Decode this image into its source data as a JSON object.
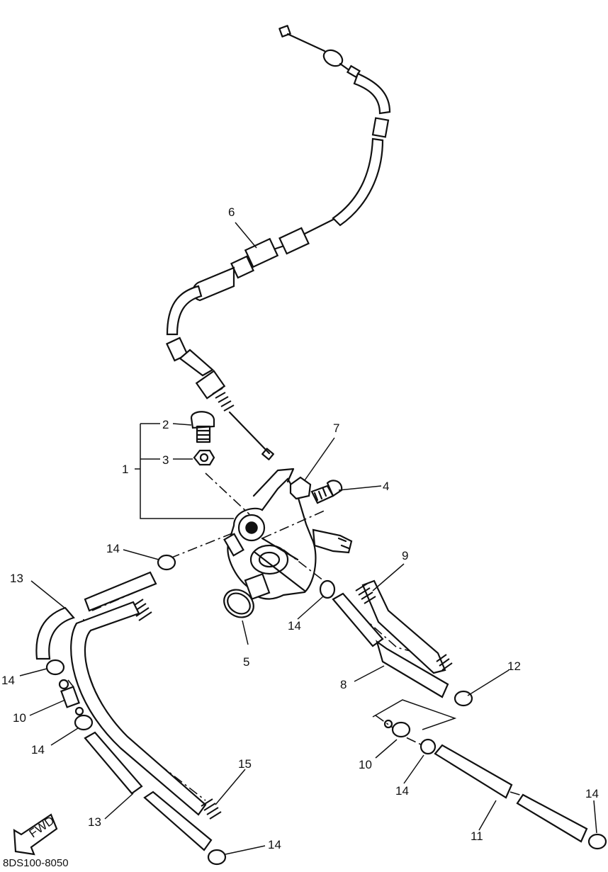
{
  "callouts": [
    {
      "id": "c1",
      "text": "1"
    },
    {
      "id": "c2",
      "text": "2"
    },
    {
      "id": "c3",
      "text": "3"
    },
    {
      "id": "c4",
      "text": "4"
    },
    {
      "id": "c5",
      "text": "5"
    },
    {
      "id": "c6",
      "text": "6"
    },
    {
      "id": "c7",
      "text": "7"
    },
    {
      "id": "c8",
      "text": "8"
    },
    {
      "id": "c9",
      "text": "9"
    },
    {
      "id": "c10a",
      "text": "10"
    },
    {
      "id": "c10b",
      "text": "10"
    },
    {
      "id": "c11",
      "text": "11"
    },
    {
      "id": "c12",
      "text": "12"
    },
    {
      "id": "c13a",
      "text": "13"
    },
    {
      "id": "c13b",
      "text": "13"
    },
    {
      "id": "c14a",
      "text": "14"
    },
    {
      "id": "c14b",
      "text": "14"
    },
    {
      "id": "c14c",
      "text": "14"
    },
    {
      "id": "c14d",
      "text": "14"
    },
    {
      "id": "c14e",
      "text": "14"
    },
    {
      "id": "c14f",
      "text": "14"
    },
    {
      "id": "c14g",
      "text": "14"
    },
    {
      "id": "c15",
      "text": "15"
    }
  ],
  "fwd_label": "FWD",
  "diagram_code": "8DS100-8050"
}
